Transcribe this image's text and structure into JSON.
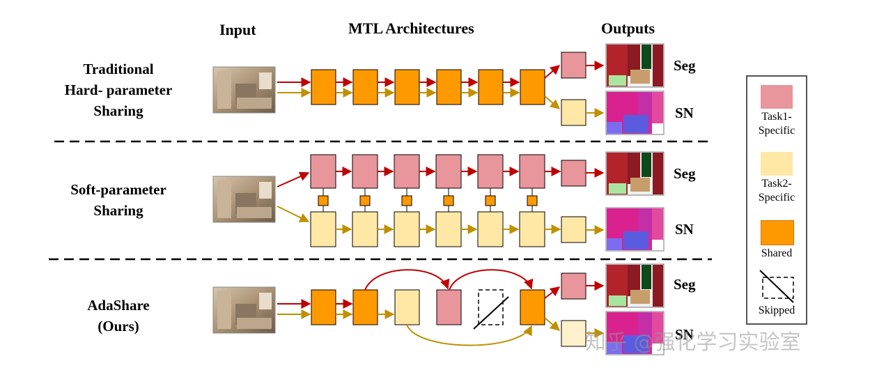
{
  "headers": {
    "input": "Input",
    "mtl": "MTL Architectures",
    "outputs": "Outputs"
  },
  "rows": [
    {
      "label": "Traditional\nHard- parameter\nSharing",
      "out_top": "Seg",
      "out_bottom": "SN"
    },
    {
      "label": "Soft-parameter\nSharing",
      "out_top": "Seg",
      "out_bottom": "SN"
    },
    {
      "label": "AdaShare\n(Ours)",
      "out_top": "Seg",
      "out_bottom": "SN"
    }
  ],
  "legend": {
    "task1": "Task1-\nSpecific",
    "task2": "Task2-\nSpecific",
    "shared": "Shared",
    "skipped": "Skipped"
  },
  "colors": {
    "task1": "#e8959b",
    "task2": "#ffe7a6",
    "shared": "#ff9900",
    "red_arrow": "#c00000",
    "gold_arrow": "#bf9000"
  },
  "watermark": "知乎 @强化学习实验室"
}
